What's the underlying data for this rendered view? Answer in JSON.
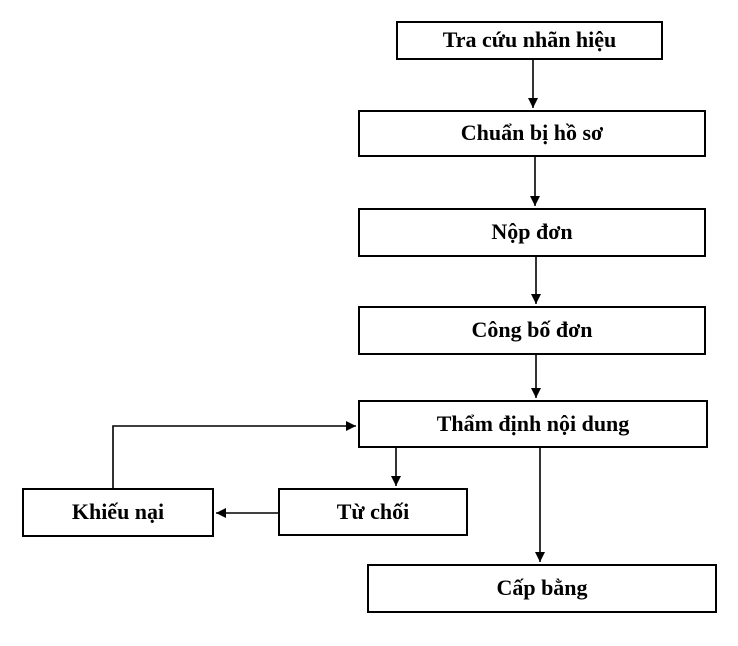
{
  "diagram": {
    "type": "flowchart",
    "language": "vi",
    "background_color": "#ffffff",
    "box_border_color": "#000000",
    "box_fill_color": "#ffffff",
    "text_color": "#000000",
    "arrow_color": "#000000",
    "nodes": [
      {
        "id": "tra-cuu-nhan-hieu",
        "label": "Tra cứu nhãn hiệu"
      },
      {
        "id": "chuan-bi-ho-so",
        "label": "Chuẩn bị hồ sơ"
      },
      {
        "id": "nop-don",
        "label": "Nộp đơn"
      },
      {
        "id": "cong-bo-don",
        "label": "Công bố đơn"
      },
      {
        "id": "tham-dinh-noi-dung",
        "label": "Thẩm định nội dung"
      },
      {
        "id": "tu-choi",
        "label": "Từ chối"
      },
      {
        "id": "khieu-nai",
        "label": "Khiếu nại"
      },
      {
        "id": "cap-bang",
        "label": "Cấp bằng"
      }
    ],
    "edges": [
      {
        "from": "tra-cuu-nhan-hieu",
        "to": "chuan-bi-ho-so",
        "direction": "down"
      },
      {
        "from": "chuan-bi-ho-so",
        "to": "nop-don",
        "direction": "down"
      },
      {
        "from": "nop-don",
        "to": "cong-bo-don",
        "direction": "down"
      },
      {
        "from": "cong-bo-don",
        "to": "tham-dinh-noi-dung",
        "direction": "down"
      },
      {
        "from": "tham-dinh-noi-dung",
        "to": "tu-choi",
        "direction": "down"
      },
      {
        "from": "tham-dinh-noi-dung",
        "to": "cap-bang",
        "direction": "down"
      },
      {
        "from": "tu-choi",
        "to": "khieu-nai",
        "direction": "left"
      },
      {
        "from": "khieu-nai",
        "to": "tham-dinh-noi-dung",
        "direction": "up-right"
      }
    ]
  }
}
